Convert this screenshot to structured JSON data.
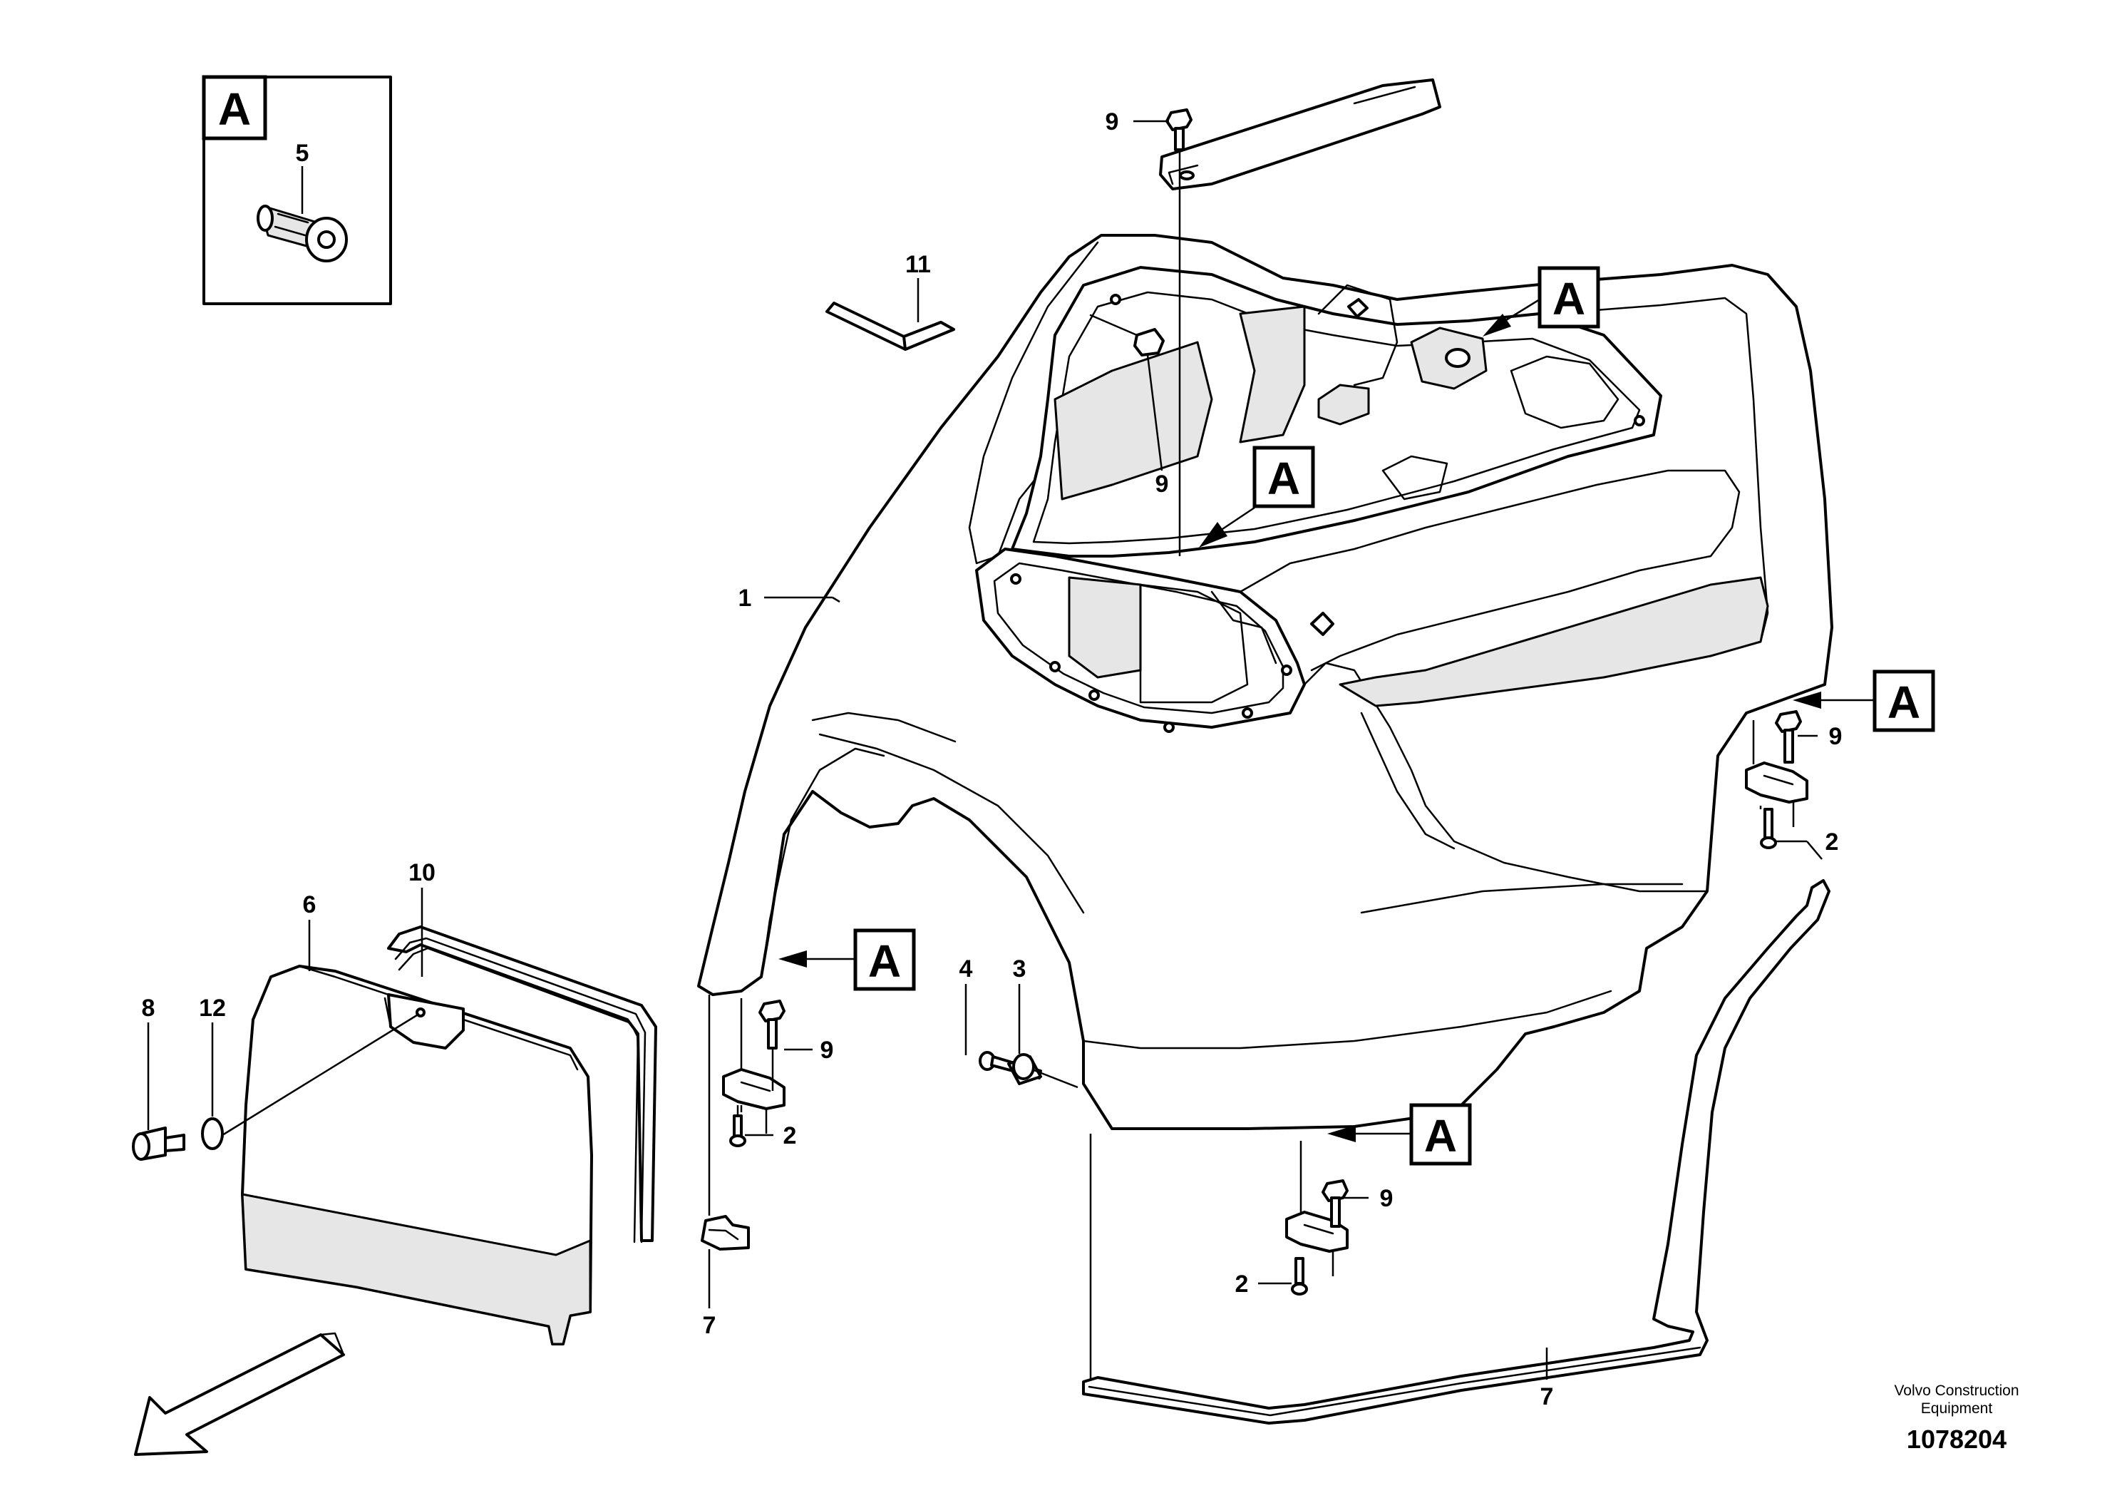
{
  "ref_marker": "A",
  "callouts": [
    "1",
    "2",
    "3",
    "4",
    "5",
    "6",
    "7",
    "8",
    "9",
    "10",
    "11",
    "12"
  ],
  "callout_instances": {
    "c1": "1",
    "c2a": "2",
    "c2b": "2",
    "c2c": "2",
    "c3": "3",
    "c4": "4",
    "c5": "5",
    "c6": "6",
    "c7a": "7",
    "c7b": "7",
    "c8": "8",
    "c9a": "9",
    "c9b": "9",
    "c9c": "9",
    "c9d": "9",
    "c9e": "9",
    "c10": "10",
    "c11": "11",
    "c12": "12"
  },
  "caption": {
    "company_line1": "Volvo Construction",
    "company_line2": "Equipment",
    "drawing_number": "1078204"
  }
}
